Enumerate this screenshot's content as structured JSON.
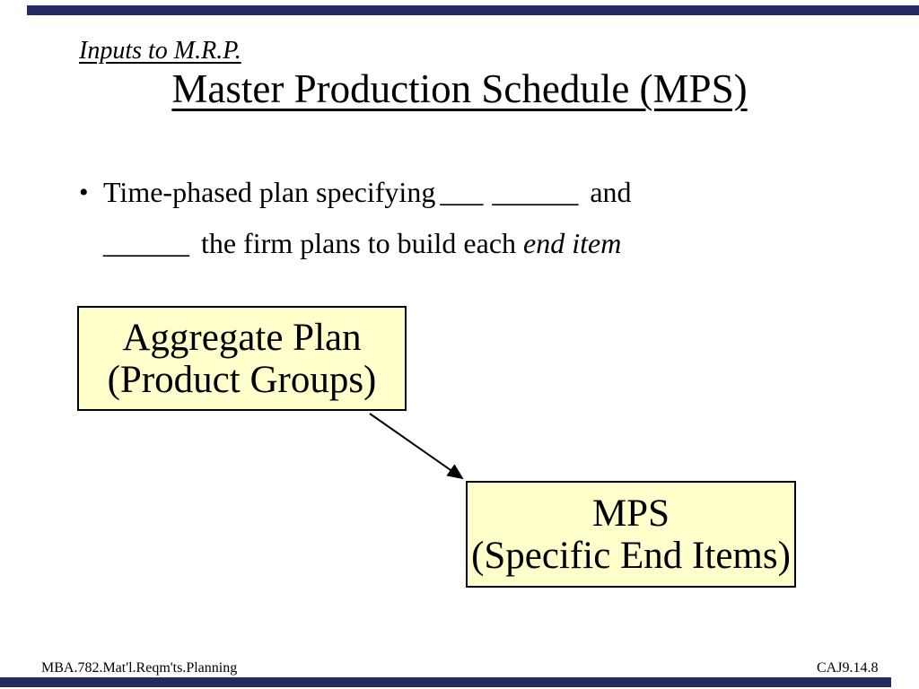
{
  "header": {
    "eyebrow": "Inputs to M.R.P.",
    "title": "Master Production Schedule (MPS)"
  },
  "bullet": {
    "marker": "•",
    "line1_pre": "Time-phased plan specifying",
    "blank1": "___",
    "blank2": "______",
    "line1_post": "and",
    "blank3": "______",
    "line2_mid": "the firm plans to build each",
    "line2_emphasis": "end item"
  },
  "diagram": {
    "boxes": [
      {
        "line1": "Aggregate Plan",
        "line2": "(Product Groups)"
      },
      {
        "line1": "MPS",
        "line2": "(Specific End Items)"
      }
    ]
  },
  "footer": {
    "left": "MBA.782.Mat'l.Reqm'ts.Planning",
    "right": "CAJ9.14.8"
  },
  "colors": {
    "bar_color": "#242b63",
    "box_fill": "#ffffcc",
    "box_border": "#000000",
    "text_color": "#000000",
    "bg": "#ffffff"
  }
}
